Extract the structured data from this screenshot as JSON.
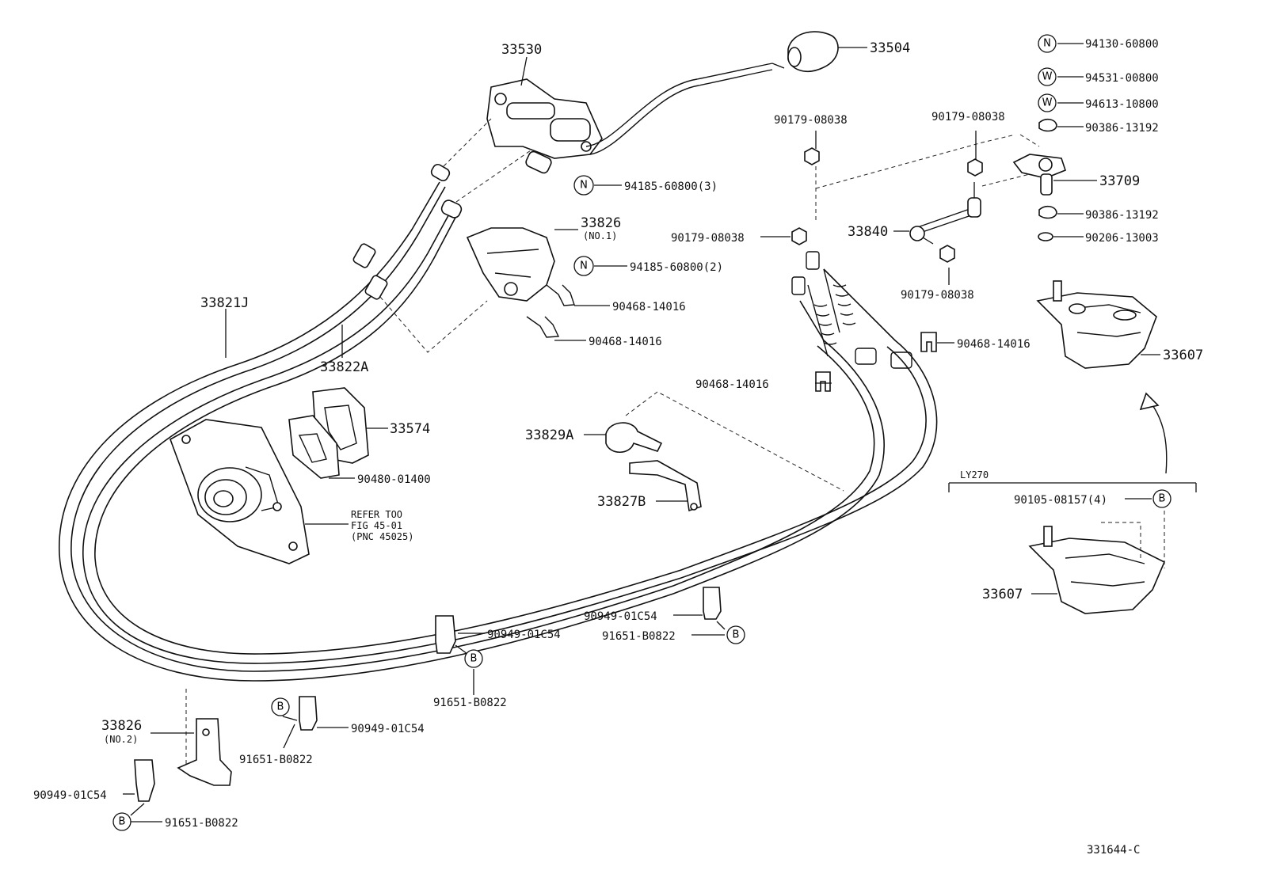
{
  "diagram_id": "331644-C",
  "symbols": {
    "n": "N",
    "w": "W",
    "b": "B"
  },
  "labels": {
    "p33530": "33530",
    "p33504": "33504",
    "p94185_3": "94185-60800(3)",
    "p33826_no1": "33826",
    "p33826_no1_sub": "(NO.1)",
    "p94185_2": "94185-60800(2)",
    "p90468_a": "90468-14016",
    "p90468_b": "90468-14016",
    "p90468_c": "90468-14016",
    "p90468_d": "90468-14016",
    "p33821J": "33821J",
    "p33822A": "33822A",
    "p33574": "33574",
    "p90480": "90480-01400",
    "refer_line1": "REFER TOO",
    "refer_line2": "FIG 45-01",
    "refer_line3": "(PNC 45025)",
    "p33829A": "33829A",
    "p33827B": "33827B",
    "p90179_a": "90179-08038",
    "p90179_b": "90179-08038",
    "p90179_c": "90179-08038",
    "p90179_d": "90179-08038",
    "p33840": "33840",
    "p94130": "94130-60800",
    "p94531": "94531-00800",
    "p94613": "94613-10800",
    "p90386_a": "90386-13192",
    "p33709": "33709",
    "p90386_b": "90386-13192",
    "p90206": "90206-13003",
    "p33607_a": "33607",
    "ly270": "LY270",
    "p90105": "90105-08157(4)",
    "p33607_b": "33607",
    "p90949_a": "90949-01C54",
    "p91651_a": "91651-B0822",
    "p90949_b": "90949-01C54",
    "p91651_b": "91651-B0822",
    "p90949_c": "90949-01C54",
    "p91651_c": "91651-B0822",
    "p33826_no2": "33826",
    "p33826_no2_sub": "(NO.2)",
    "p90949_d": "90949-01C54",
    "p91651_d": "91651-B0822"
  }
}
